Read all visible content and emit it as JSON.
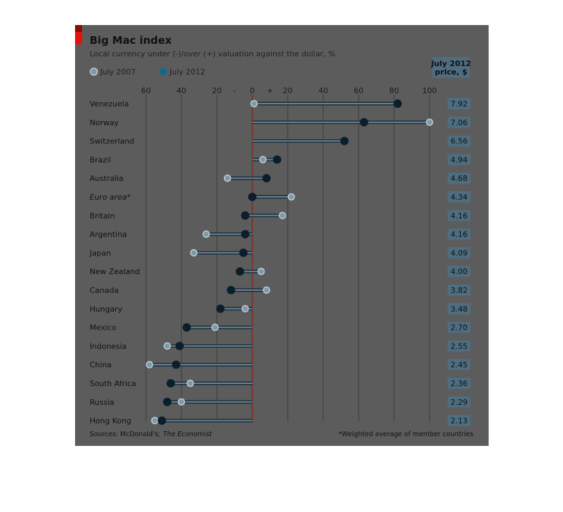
{
  "chart_data": {
    "type": "dot",
    "title": "Big Mac index",
    "subtitle": "Local currency under (-)/over (+) valuation against the dollar, %",
    "legend": [
      {
        "label": "July 2007",
        "color": "#7d98a6"
      },
      {
        "label": "July 2012",
        "color": "#0b6a8f"
      }
    ],
    "legend_placement": "top-left",
    "price_header": [
      "July 2012",
      "price, $"
    ],
    "x_axis": {
      "ticks": [
        "60",
        "40",
        "20",
        "-",
        "0",
        "+",
        "20",
        "40",
        "60",
        "80",
        "100"
      ],
      "tick_values": [
        -60,
        -40,
        -20,
        -10,
        0,
        10,
        20,
        40,
        60,
        80,
        100
      ],
      "range": [
        -60,
        100
      ]
    },
    "grid": true,
    "categories": [
      "Venezuela",
      "Norway",
      "Switzerland",
      "Brazil",
      "Australia",
      "Euro area*",
      "Britain",
      "Argentina",
      "Japan",
      "New Zealand",
      "Canada",
      "Hungary",
      "Mexico",
      "Indonesia",
      "China",
      "South Africa",
      "Russia",
      "Hong Kong"
    ],
    "series": [
      {
        "name": "July 2007",
        "values": [
          1,
          100,
          52,
          6,
          -14,
          22,
          17,
          -26,
          -33,
          5,
          8,
          -4,
          -21,
          -48,
          -58,
          -35,
          -40,
          -55
        ]
      },
      {
        "name": "July 2012",
        "values": [
          82,
          63,
          52,
          14,
          8,
          0,
          -4,
          -4,
          -5,
          -7,
          -12,
          -18,
          -37,
          -41,
          -43,
          -46,
          -48,
          -51
        ]
      }
    ],
    "prices": [
      "7.92",
      "7.06",
      "6.56",
      "4.94",
      "4.68",
      "4.34",
      "4.16",
      "4.16",
      "4.09",
      "4.00",
      "3.82",
      "3.48",
      "2.70",
      "2.55",
      "2.45",
      "2.36",
      "2.29",
      "2.13"
    ],
    "footnote_left": "Sources: McDonald's;",
    "footnote_left_italic": "The Economist",
    "footnote_right": "*Weighted average of member countries"
  }
}
